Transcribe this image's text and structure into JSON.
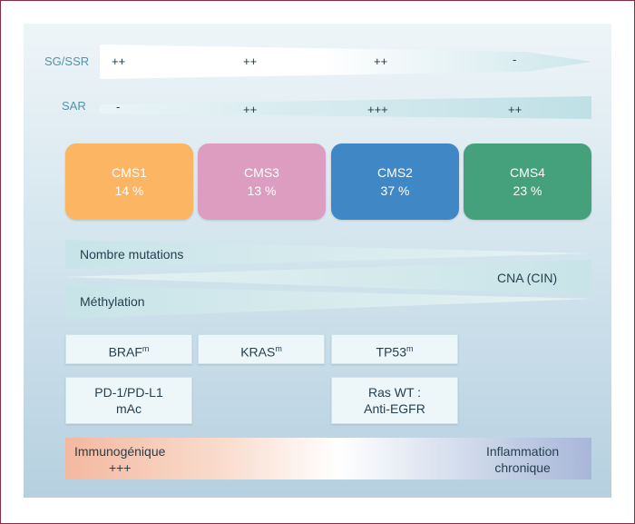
{
  "rows": {
    "sg_ssr": {
      "label": "SG/SSR",
      "marks": [
        "++",
        "++",
        "++",
        "-"
      ]
    },
    "sar": {
      "label": "SAR",
      "marks": [
        "-",
        "++",
        "+++",
        "++"
      ]
    }
  },
  "subtypes": [
    {
      "name": "CMS1",
      "percent": "14 %",
      "color": "#fbb563"
    },
    {
      "name": "CMS3",
      "percent": "13 %",
      "color": "#dc9dc0"
    },
    {
      "name": "CMS2",
      "percent": "37 %",
      "color": "#3f88c5"
    },
    {
      "name": "CMS4",
      "percent": "23 %",
      "color": "#45a07c"
    }
  ],
  "wedges": {
    "mutations": "Nombre mutations",
    "cna": "CNA (CIN)",
    "methylation": "Méthylation"
  },
  "markers": {
    "braf": {
      "text": "BRAF",
      "sup": "m"
    },
    "kras": {
      "text": "KRAS",
      "sup": "m"
    },
    "tp53": {
      "text": "TP53",
      "sup": "m"
    }
  },
  "therapies": {
    "pd1": {
      "line1": "PD-1/PD-L1",
      "line2": "mAc"
    },
    "ras": {
      "line1": "Ras WT :",
      "line2": "Anti-EGFR"
    }
  },
  "gradient": {
    "left_line1": "Immunogénique",
    "left_line2": "+++",
    "right_line1": "Inflammation",
    "right_line2": "chronique"
  }
}
